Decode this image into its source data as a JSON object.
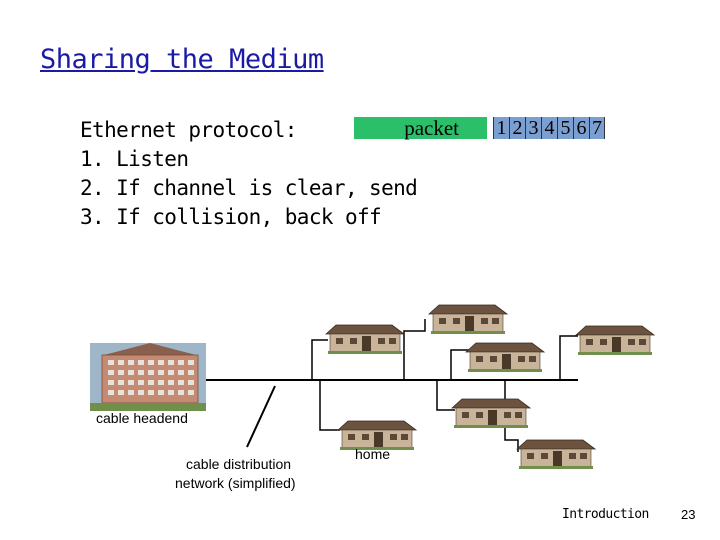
{
  "slide": {
    "title": "Sharing the Medium",
    "protocol_heading": "Ethernet protocol:",
    "steps": [
      "1. Listen",
      "2. If channel is clear, send",
      "3. If collision, back off"
    ],
    "packet_label": "packet",
    "packet_slots": [
      "1",
      "2",
      "3",
      "4",
      "5",
      "6",
      "7"
    ]
  },
  "diagram": {
    "headend_label": "cable headend",
    "distribution_label_line1": "cable distribution",
    "distribution_label_line2": "network (simplified)",
    "home_label": "home"
  },
  "footer": {
    "section": "Introduction",
    "page": "23"
  },
  "colors": {
    "title": "#1a1aa6",
    "packet_fill": "#2bbf6a",
    "slots_fill": "#7a9fd0"
  }
}
